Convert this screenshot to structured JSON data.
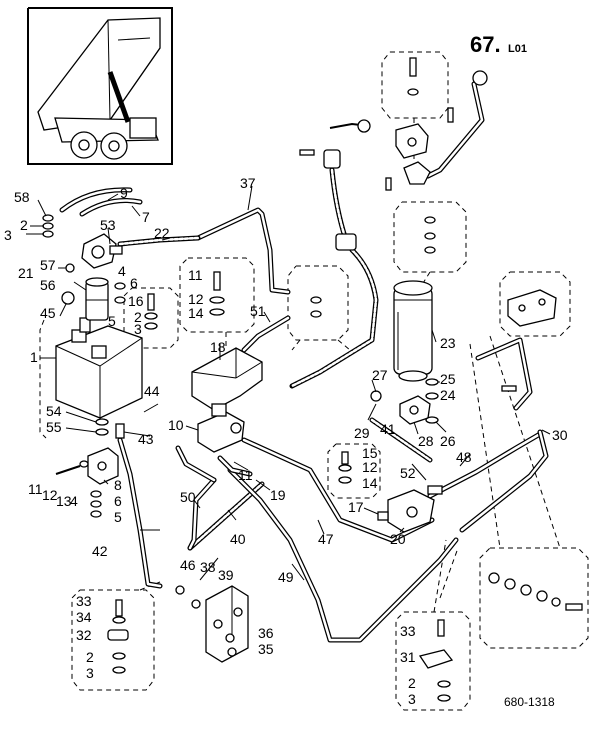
{
  "page_number": "67.",
  "page_suffix": "L01",
  "figure_ref": "680-1318",
  "callouts": [
    {
      "id": "c58",
      "text": "58"
    },
    {
      "id": "c2a",
      "text": "2"
    },
    {
      "id": "c3a",
      "text": "3"
    },
    {
      "id": "c9",
      "text": "9"
    },
    {
      "id": "c7",
      "text": "7"
    },
    {
      "id": "c53",
      "text": "53"
    },
    {
      "id": "c22",
      "text": "22"
    },
    {
      "id": "c4",
      "text": "4"
    },
    {
      "id": "c57",
      "text": "57"
    },
    {
      "id": "c21",
      "text": "21"
    },
    {
      "id": "c56",
      "text": "56"
    },
    {
      "id": "c6a",
      "text": "6"
    },
    {
      "id": "c5a",
      "text": "5"
    },
    {
      "id": "c16",
      "text": "16"
    },
    {
      "id": "c2b",
      "text": "2"
    },
    {
      "id": "c3b",
      "text": "3"
    },
    {
      "id": "c45",
      "text": "45"
    },
    {
      "id": "c1",
      "text": "1"
    },
    {
      "id": "c11a",
      "text": "11"
    },
    {
      "id": "c12a",
      "text": "12"
    },
    {
      "id": "c14a",
      "text": "14"
    },
    {
      "id": "c51",
      "text": "51"
    },
    {
      "id": "c37",
      "text": "37"
    },
    {
      "id": "c18",
      "text": "18"
    },
    {
      "id": "c44",
      "text": "44"
    },
    {
      "id": "c54",
      "text": "54"
    },
    {
      "id": "c55",
      "text": "55"
    },
    {
      "id": "c43",
      "text": "43"
    },
    {
      "id": "c10",
      "text": "10"
    },
    {
      "id": "c11b",
      "text": "11"
    },
    {
      "id": "c12b",
      "text": "12"
    },
    {
      "id": "c13",
      "text": "13"
    },
    {
      "id": "c4b",
      "text": "4"
    },
    {
      "id": "c8",
      "text": "8"
    },
    {
      "id": "c6b",
      "text": "6"
    },
    {
      "id": "c5b",
      "text": "5"
    },
    {
      "id": "c11c",
      "text": "11"
    },
    {
      "id": "c19",
      "text": "19"
    },
    {
      "id": "c50",
      "text": "50"
    },
    {
      "id": "c40",
      "text": "40"
    },
    {
      "id": "c42",
      "text": "42"
    },
    {
      "id": "c46",
      "text": "46"
    },
    {
      "id": "c38",
      "text": "38"
    },
    {
      "id": "c39",
      "text": "39"
    },
    {
      "id": "c33a",
      "text": "33"
    },
    {
      "id": "c34",
      "text": "34"
    },
    {
      "id": "c32",
      "text": "32"
    },
    {
      "id": "c2c",
      "text": "2"
    },
    {
      "id": "c3c",
      "text": "3"
    },
    {
      "id": "c36",
      "text": "36"
    },
    {
      "id": "c35",
      "text": "35"
    },
    {
      "id": "c49",
      "text": "49"
    },
    {
      "id": "c47",
      "text": "47"
    },
    {
      "id": "c15",
      "text": "15"
    },
    {
      "id": "c12c",
      "text": "12"
    },
    {
      "id": "c14b",
      "text": "14"
    },
    {
      "id": "c41",
      "text": "41"
    },
    {
      "id": "c29",
      "text": "29"
    },
    {
      "id": "c27",
      "text": "27"
    },
    {
      "id": "c23",
      "text": "23"
    },
    {
      "id": "c25",
      "text": "25"
    },
    {
      "id": "c24",
      "text": "24"
    },
    {
      "id": "c28",
      "text": "28"
    },
    {
      "id": "c26",
      "text": "26"
    },
    {
      "id": "c52",
      "text": "52"
    },
    {
      "id": "c48",
      "text": "48"
    },
    {
      "id": "c30",
      "text": "30"
    },
    {
      "id": "c17",
      "text": "17"
    },
    {
      "id": "c20",
      "text": "20"
    },
    {
      "id": "c33b",
      "text": "33"
    },
    {
      "id": "c31",
      "text": "31"
    },
    {
      "id": "c2d",
      "text": "2"
    },
    {
      "id": "c3d",
      "text": "3"
    }
  ]
}
